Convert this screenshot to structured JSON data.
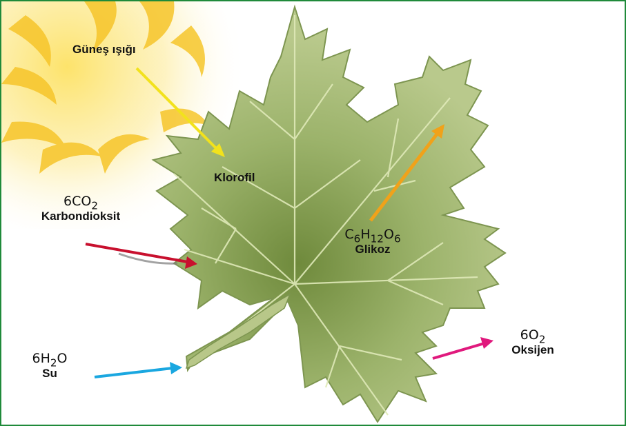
{
  "labels": {
    "sunlight": "Güneş ışığı",
    "chlorophyll": "Klorofil",
    "co2": {
      "prefix": "6CO",
      "sub": "2",
      "name": "Karbondioksit"
    },
    "water": {
      "prefix": "6H",
      "sub": "2",
      "suffix": "O",
      "name": "Su"
    },
    "glucose": {
      "c": "C",
      "c_sub": "6",
      "h": "H",
      "h_sub": "12",
      "o": "O",
      "o_sub": "6",
      "name": "Glikoz"
    },
    "oxygen": {
      "prefix": "6O",
      "sub": "2",
      "name": "Oksijen"
    }
  },
  "colors": {
    "frame": "#1f8a3a",
    "sun": "#f7c928",
    "leaf": "#9fb46a",
    "sunlight_arrow": "#f2e21c",
    "co2_arrow": "#c8102e",
    "water_arrow": "#1aa7e0",
    "glucose_arrow": "#f0a21a",
    "oxygen_arrow": "#e0197d"
  }
}
